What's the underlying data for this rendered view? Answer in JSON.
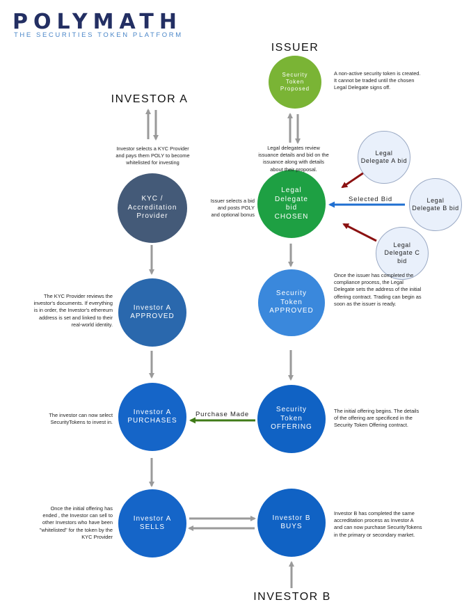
{
  "brand": {
    "logo": "POLYMATH",
    "tagline": "THE SECURITIES TOKEN PLATFORM",
    "colors": {
      "navy": "#232f63",
      "light_blue": "#4a86c8"
    }
  },
  "headings": {
    "issuer": "ISSUER",
    "investor_a": "INVESTOR A",
    "investor_b": "INVESTOR B"
  },
  "nodes": {
    "token_proposed": "Security\nToken\nProposed",
    "kyc_provider": "KYC /\nAccreditation\nProvider",
    "legal_chosen": "Legal\nDelegate\nbid\nCHOSEN",
    "delegate_a": "Legal\nDelegate A bid",
    "delegate_b": "Legal\nDelegate B bid",
    "delegate_c": "Legal\nDelegate C\nbid",
    "investor_approved": "Investor A\nAPPROVED",
    "token_approved": "Security\nToken\nAPPROVED",
    "investor_purchases": "Investor A\nPURCHASES",
    "token_offering": "Security\nToken\nOFFERING",
    "investor_sells": "Investor A\nSELLS",
    "investor_b_buys": "Investor B\nBUYS"
  },
  "edge_labels": {
    "selected_bid": "Selected Bid",
    "purchase_made": "Purchase Made"
  },
  "notes": {
    "token_proposed": "A non-active security token is created.\nIt cannot be traded until the chosen\nLegal Delegate signs off.",
    "kyc": "Investor selects a KYC Provider\nand pays them POLY to become\nwhitelisted for investing",
    "legal_review": "Legal delegates review\nissuance details and bid on the\nissuance along with details\nabout their proposal.",
    "issuer_selects": "Issuer selects a bid\nand posts POLY\nand optional bonus",
    "kyc_review": "The KYC Provider reviews the\ninvestor's documents. If everything\nis in order, the Investor's ethereum\naddress is set and linked to their\nreal-world identity.",
    "compliance": "Once the issuer has completed the\ncompliance process, the Legal\nDelegate sets the address of the initial\noffering contract. Trading can begin as\nsoon as the issuer is ready.",
    "select_tokens": "The investor can now select\nSecurityTokens to invest in.",
    "offering": "The initial offering begins. The details\nof the offering are specificed in the\nSecurity Token Offering contract.",
    "sell": "Once the initial offering has\nended , the Investor can sell to\nother Investors who have been\n\"whitelisted\" for the token by the\nKYC Provider",
    "investor_b": "Investor B has completed the same\naccreditation process as Investor A\nand can now purchase SecurityTokens\nin the primary or secondary market."
  },
  "node_colors": {
    "token_proposed": "#7ab435",
    "kyc_provider": "#445a78",
    "legal_chosen": "#1ea043",
    "delegate_bid": "#e9f0fb",
    "investor_approved": "#2a68ad",
    "token_approved": "#3a88dc",
    "investor_purchases": "#1565c8",
    "token_offering": "#1062c4",
    "investor_sells": "#1565c8",
    "investor_b_buys": "#1062c4"
  }
}
